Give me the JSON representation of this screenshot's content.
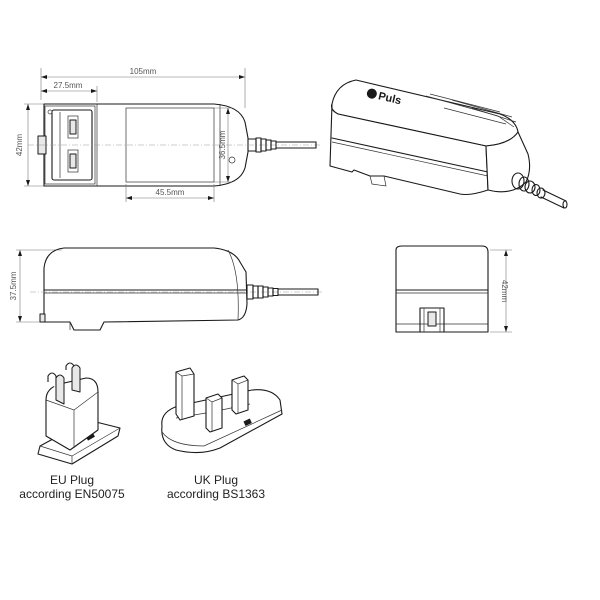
{
  "dimensions": {
    "overall_width": "105mm",
    "plug_offset": "27.5mm",
    "height_front": "42mm",
    "label_height": "36.5mm",
    "label_width": "45.5mm",
    "side_height": "37.5mm",
    "end_height": "42mm"
  },
  "brand": "Puls",
  "plugs": [
    {
      "line1": "EU Plug",
      "line2": "according EN50075"
    },
    {
      "line1": "UK Plug",
      "line2": "according BS1363"
    }
  ]
}
